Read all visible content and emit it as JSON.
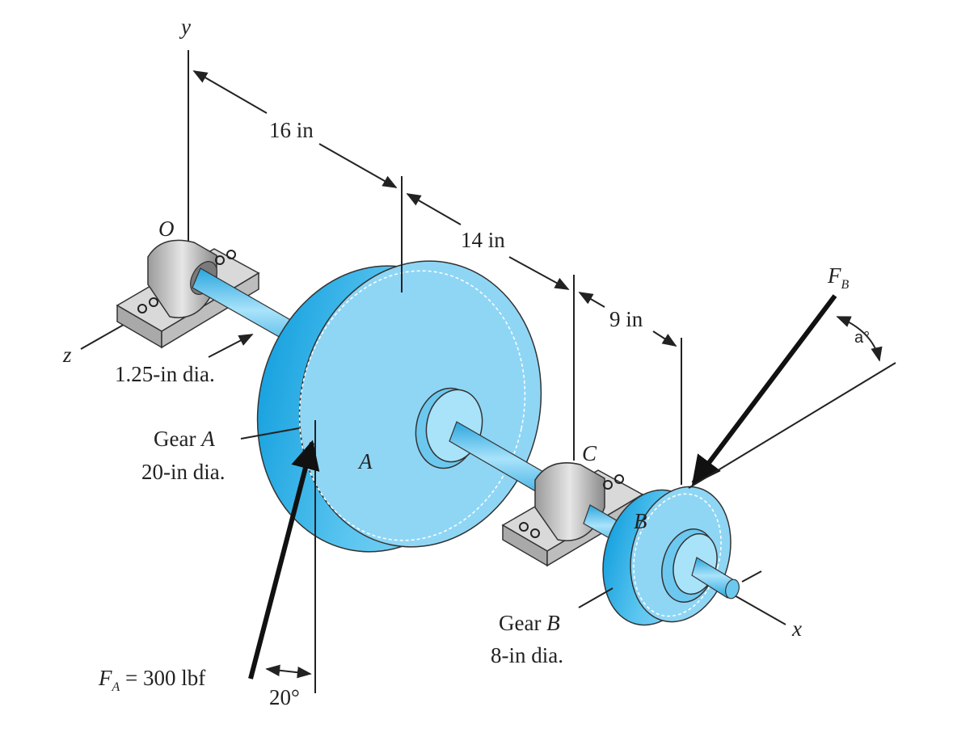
{
  "labels": {
    "y_axis": "y",
    "z_axis": "z",
    "x_axis": "x",
    "origin": "O",
    "dim_16": "16 in",
    "dim_14": "14 in",
    "dim_9": "9 in",
    "shaft_dia": "1.25-in dia.",
    "gear_a_name": "Gear ",
    "gear_a_letter": "A",
    "gear_a_dia": "20-in dia.",
    "gear_a_face": "A",
    "bearing_c": "C",
    "gear_b_face": "B",
    "gear_b_name": "Gear ",
    "gear_b_letter": "B",
    "gear_b_dia": "8-in dia.",
    "force_a_symbol": "F",
    "force_a_sub": "A",
    "force_a_value": " = 300 lbf",
    "angle_20": "20°",
    "force_b_symbol": "F",
    "force_b_sub": "B",
    "angle_a": "a°"
  },
  "colors": {
    "shaft": "#6cc8ee",
    "gear_face": "#8fd6f5",
    "gear_rim": "#3fb8ea",
    "bearing": "#c9c9c9",
    "line": "#222222"
  }
}
